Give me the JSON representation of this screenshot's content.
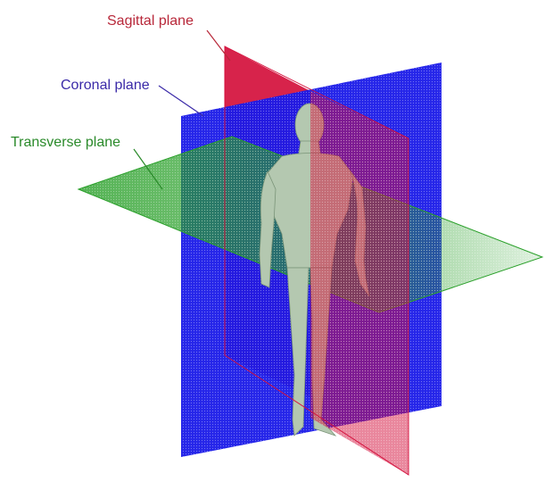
{
  "labels": {
    "sagittal": "Sagittal plane",
    "coronal": "Coronal plane",
    "transverse": "Transverse plane"
  },
  "colors": {
    "sagittal": "#d4103c",
    "coronal": "#1a1ae8",
    "transverse": "#2aa02a",
    "sagittal_label": "#b8283a",
    "coronal_label": "#3a2aa8",
    "transverse_label": "#2a8a2a",
    "figure": "#b4c8b0",
    "figure_edge": "#7a9478"
  }
}
